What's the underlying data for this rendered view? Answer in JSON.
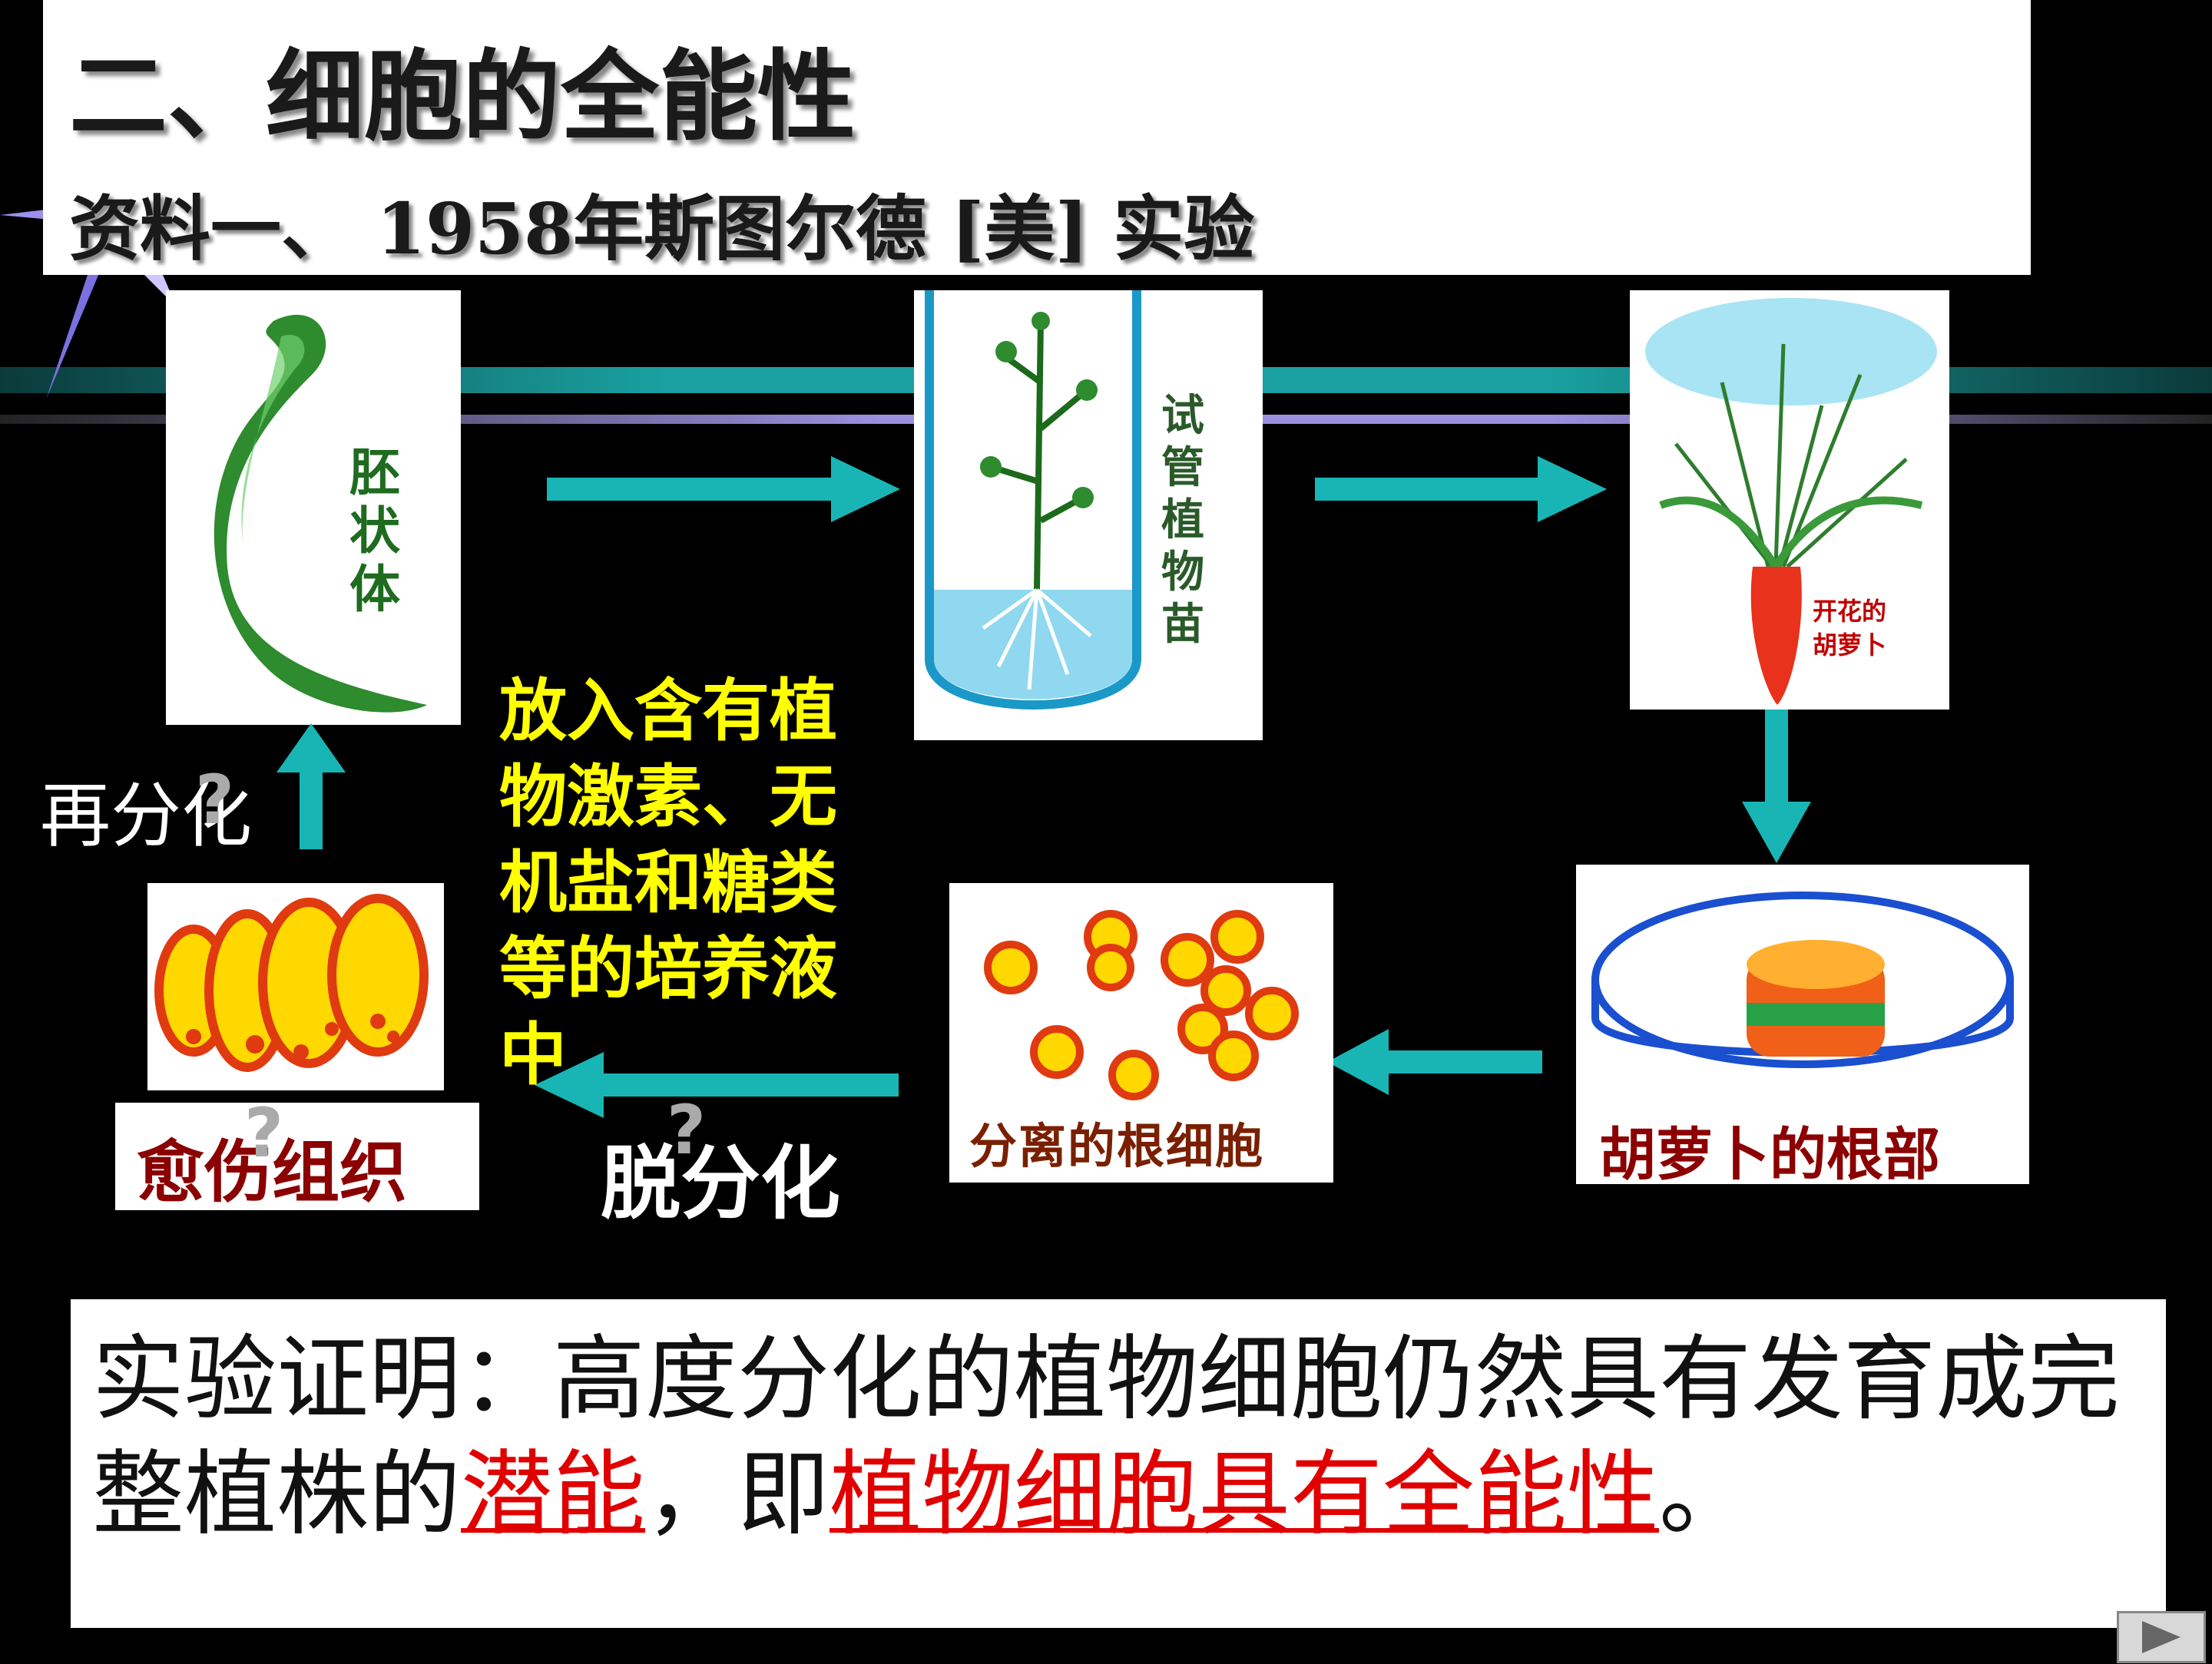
{
  "header": {
    "title": "二、细胞的全能性",
    "subtitle": "资料一、 1958年斯图尔德 [美] 实验"
  },
  "step_embryoid": {
    "label_lines": [
      "胚",
      "状",
      "体"
    ]
  },
  "step_tube": {
    "label_lines": [
      "试",
      "管",
      "植",
      "物",
      "苗"
    ]
  },
  "step_carrot": {
    "label_line1": "开花的",
    "label_line2": "胡萝卜",
    "caption": ""
  },
  "step_root": {
    "caption": "胡萝卜的根部"
  },
  "step_cells": {
    "caption": "分离的根细胞"
  },
  "step_callus": {
    "caption": "愈伤组织"
  },
  "process_labels": {
    "redifferentiation": "再分化",
    "dedifferentiation": "脱分化",
    "question_mark": "?"
  },
  "medium_note": "放入含有植物激素、无机盐和糖类等的培养液中",
  "conclusion": {
    "part1": "实验证明：高度分化的植物细胞仍然具有发育成完整植株的",
    "highlight1": "潜能",
    "part2": "，即",
    "highlight2": "植物细胞具有全能性",
    "part3": "。"
  },
  "colors": {
    "arrow": "#19b5b5",
    "highlight": "#e00000",
    "medium_text": "#ffff00",
    "callus_caption": "#8b0000"
  },
  "icons": {
    "nav": "play-next-icon"
  }
}
